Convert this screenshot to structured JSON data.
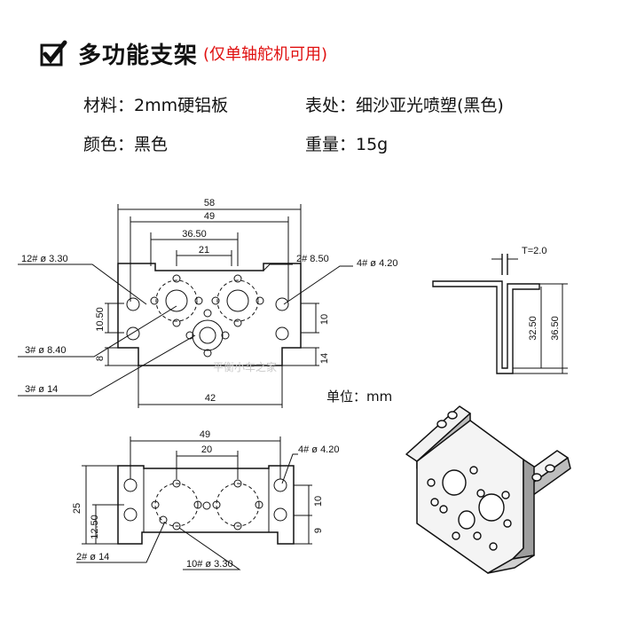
{
  "header": {
    "title": "多功能支架",
    "subtitle": "(仅单轴舵机可用)"
  },
  "specs": {
    "material": "材料：2mm硬铝板",
    "surface": "表处：细沙亚光喷塑(黑色)",
    "color": "颜色：黑色",
    "weight": "重量：15g"
  },
  "drawing_front": {
    "dim_58": "58",
    "dim_49": "49",
    "dim_36_50": "36.50",
    "dim_21": "21",
    "dim_42": "42",
    "dim_10_50": "10.50",
    "dim_8": "8",
    "dim_10": "10",
    "dim_14": "14",
    "hole_12": "12#   ø 3.30",
    "hole_2_850": "2#   8.50",
    "hole_4_420": "4#   ø 4.20",
    "hole_3_840": "3#   ø 8.40",
    "hole_3_14": "3#   ø 14"
  },
  "drawing_side": {
    "thickness": "T=2.0",
    "dim_32_50": "32.50",
    "dim_36_50": "36.50"
  },
  "unit_label": "单位：mm",
  "drawing_bottom": {
    "dim_49": "49",
    "dim_20": "20",
    "dim_25": "25",
    "dim_12_50": "12.50",
    "dim_10": "10",
    "dim_9": "9",
    "hole_4_420": "4#   ø 4.20",
    "hole_2_14": "2#   ø 14",
    "hole_10_330": "10#   ø 3.30"
  },
  "watermark": "平衡小车之家"
}
